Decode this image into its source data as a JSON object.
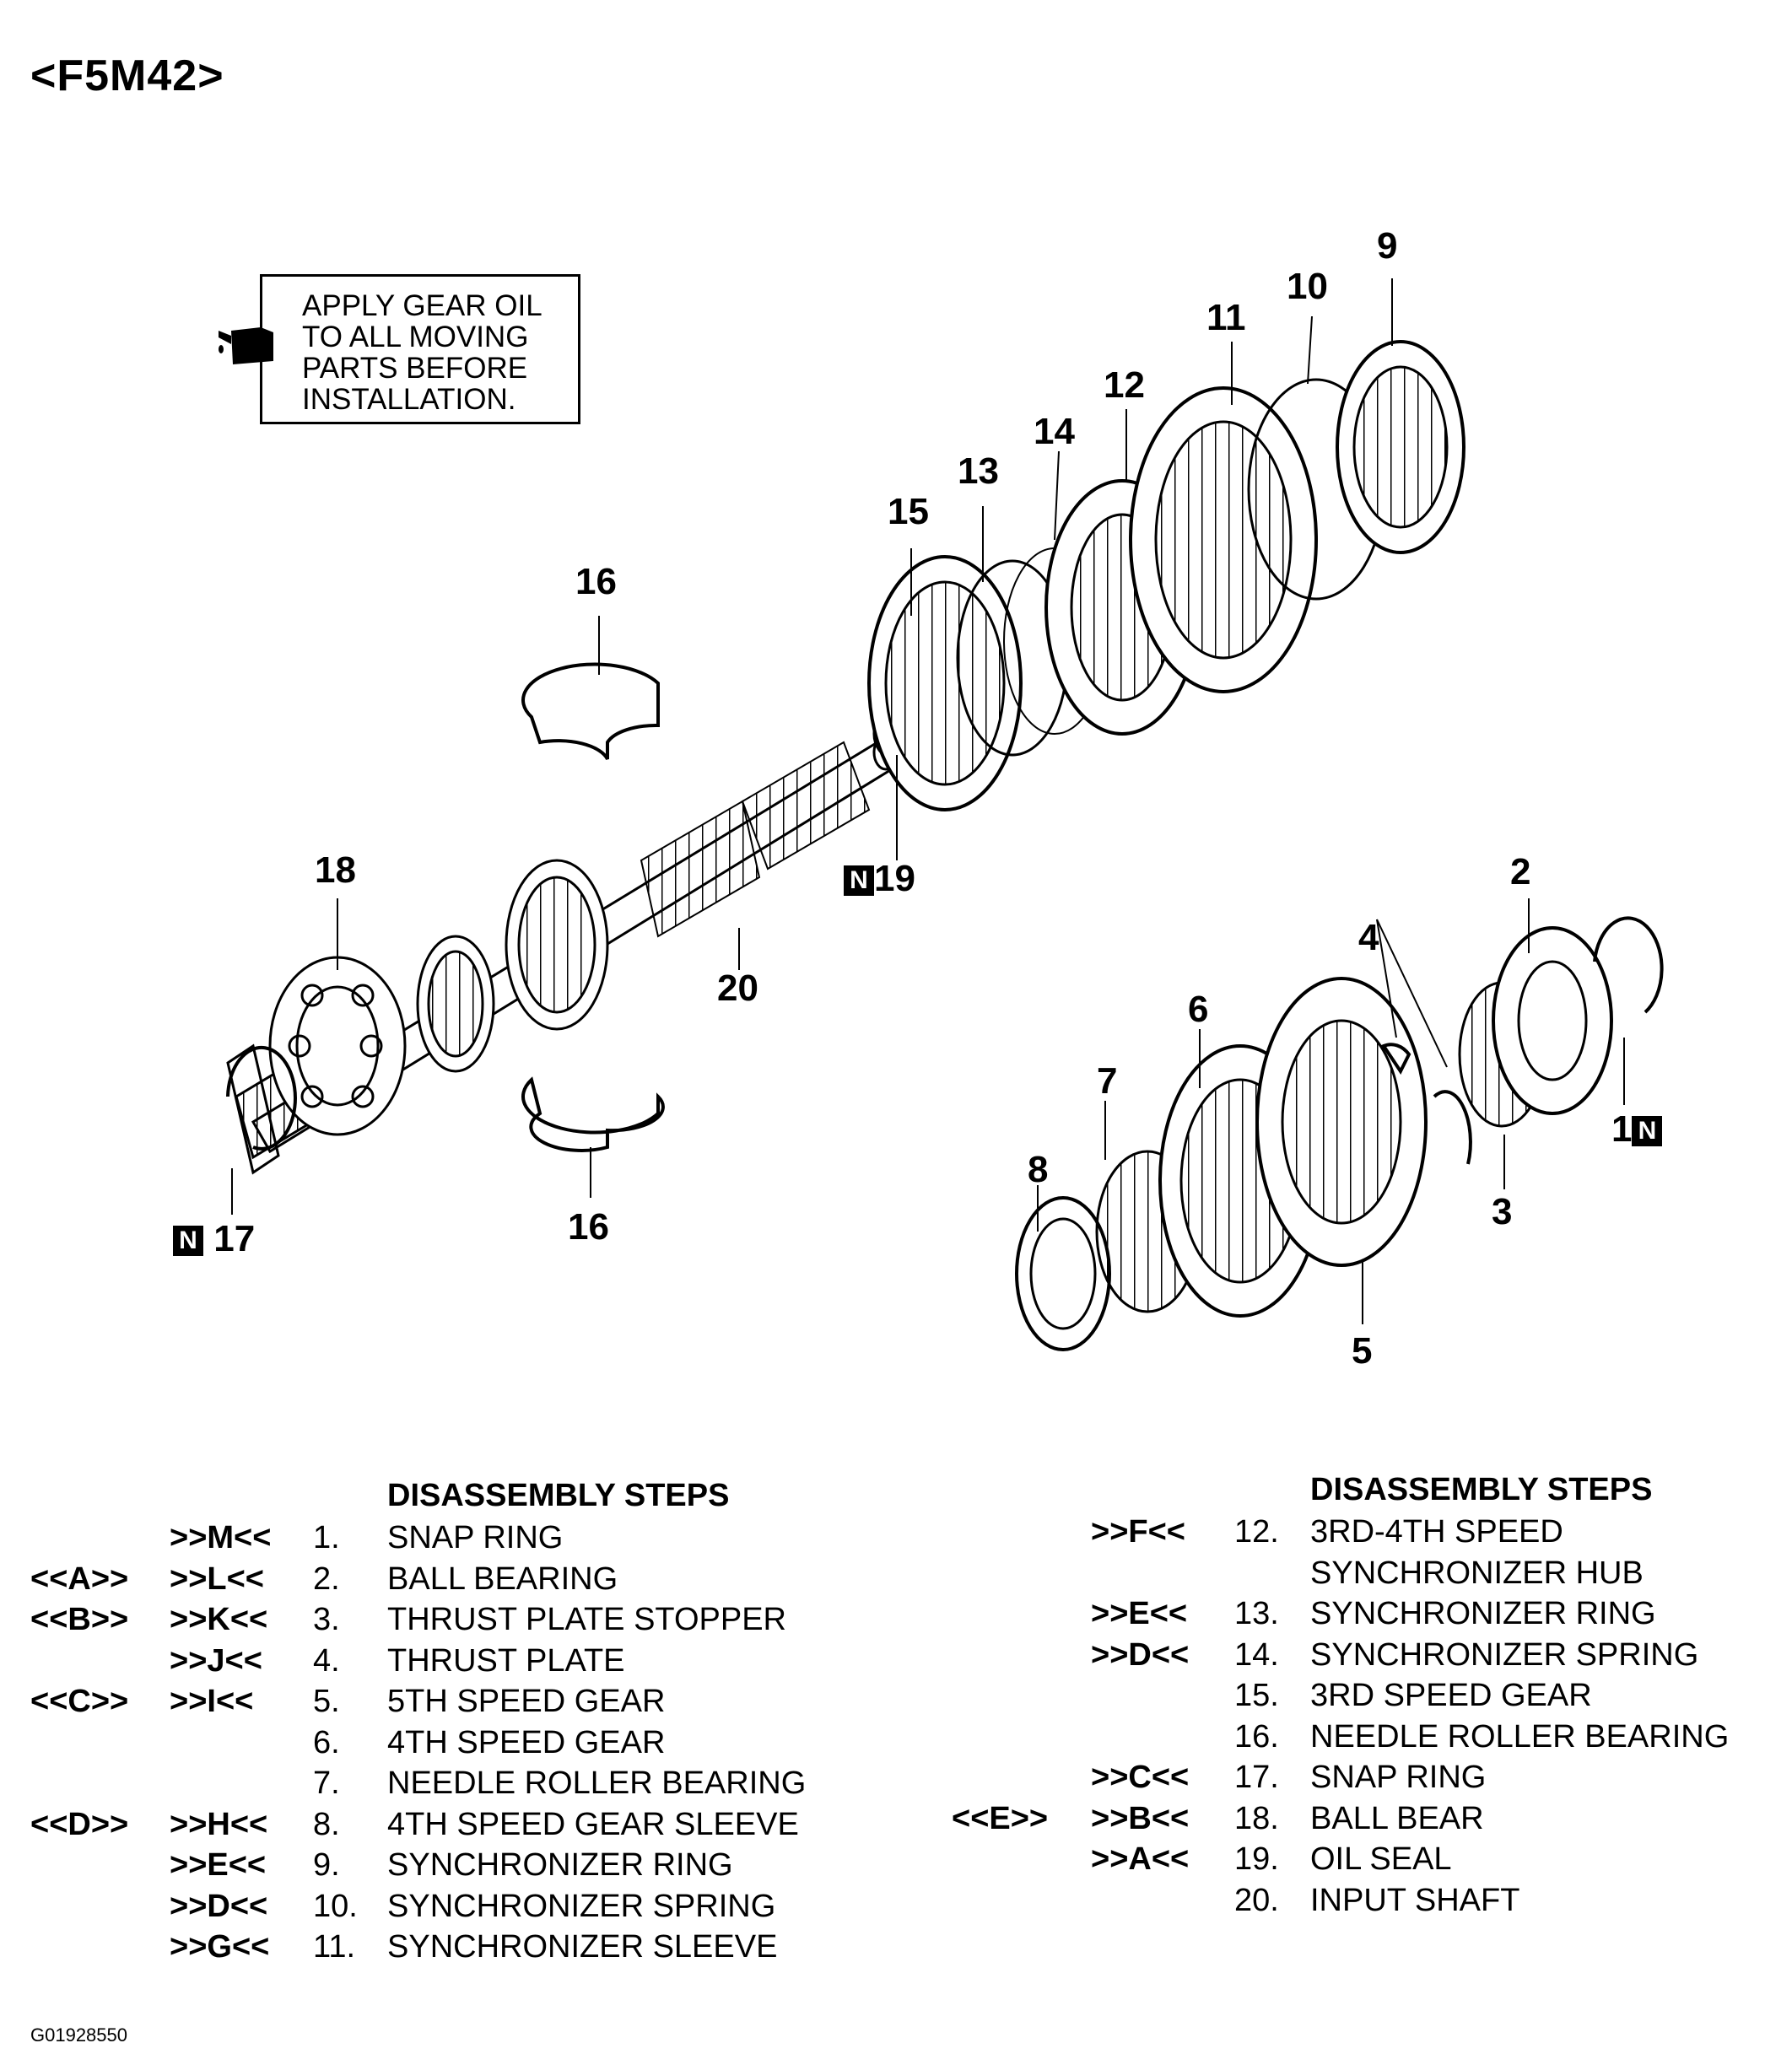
{
  "title": "<F5M42>",
  "note": {
    "lines": [
      "APPLY GEAR OIL",
      "TO ALL MOVING",
      "PARTS BEFORE",
      "INSTALLATION."
    ],
    "icon": "oil-can-icon"
  },
  "callouts": {
    "c1": "1",
    "c2": "2",
    "c3": "3",
    "c4": "4",
    "c5": "5",
    "c6": "6",
    "c7": "7",
    "c8": "8",
    "c9": "9",
    "c10": "10",
    "c11": "11",
    "c12": "12",
    "c13": "13",
    "c14": "14",
    "c15": "15",
    "c16a": "16",
    "c16b": "16",
    "c17": "17",
    "c18": "18",
    "c19": "19",
    "c20": "20",
    "n_badge": "N"
  },
  "steps_left": {
    "heading": "DISASSEMBLY STEPS",
    "rows": [
      {
        "ref": "",
        "svc": ">>M<<",
        "no": "1.",
        "name": "SNAP RING"
      },
      {
        "ref": "<<A>>",
        "svc": ">>L<<",
        "no": "2.",
        "name": "BALL BEARING"
      },
      {
        "ref": "<<B>>",
        "svc": ">>K<<",
        "no": "3.",
        "name": "THRUST PLATE STOPPER"
      },
      {
        "ref": "",
        "svc": ">>J<<",
        "no": "4.",
        "name": "THRUST PLATE"
      },
      {
        "ref": "<<C>>",
        "svc": ">>I<<",
        "no": "5.",
        "name": "5TH SPEED GEAR"
      },
      {
        "ref": "",
        "svc": "",
        "no": "6.",
        "name": "4TH SPEED GEAR"
      },
      {
        "ref": "",
        "svc": "",
        "no": "7.",
        "name": "NEEDLE ROLLER BEARING"
      },
      {
        "ref": "<<D>>",
        "svc": ">>H<<",
        "no": "8.",
        "name": "4TH SPEED GEAR SLEEVE"
      },
      {
        "ref": "",
        "svc": ">>E<<",
        "no": "9.",
        "name": "SYNCHRONIZER RING"
      },
      {
        "ref": "",
        "svc": ">>D<<",
        "no": "10.",
        "name": "SYNCHRONIZER SPRING"
      },
      {
        "ref": "",
        "svc": ">>G<<",
        "no": "11.",
        "name": "SYNCHRONIZER SLEEVE"
      }
    ]
  },
  "steps_right": {
    "heading": "DISASSEMBLY STEPS",
    "rows": [
      {
        "ref": "",
        "svc": ">>F<<",
        "no": "12.",
        "name": "3RD-4TH SPEED"
      },
      {
        "ref": "",
        "svc": "",
        "no": "",
        "name": "SYNCHRONIZER HUB"
      },
      {
        "ref": "",
        "svc": ">>E<<",
        "no": "13.",
        "name": "SYNCHRONIZER RING"
      },
      {
        "ref": "",
        "svc": ">>D<<",
        "no": "14.",
        "name": "SYNCHRONIZER SPRING"
      },
      {
        "ref": "",
        "svc": "",
        "no": "15.",
        "name": "3RD SPEED GEAR"
      },
      {
        "ref": "",
        "svc": "",
        "no": "16.",
        "name": "NEEDLE ROLLER BEARING"
      },
      {
        "ref": "",
        "svc": ">>C<<",
        "no": "17.",
        "name": "SNAP RING"
      },
      {
        "ref": "<<E>>",
        "svc": ">>B<<",
        "no": "18.",
        "name": "BALL BEAR"
      },
      {
        "ref": "",
        "svc": ">>A<<",
        "no": "19.",
        "name": "OIL SEAL"
      },
      {
        "ref": "",
        "svc": "",
        "no": "20.",
        "name": "INPUT SHAFT"
      }
    ]
  },
  "figure_code": "G01928550"
}
